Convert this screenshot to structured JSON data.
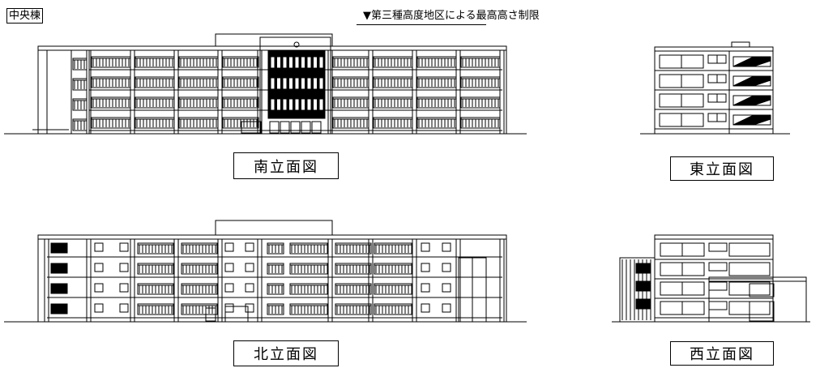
{
  "header": {
    "building_name": "中央棟",
    "height_note": "▼第三種高度地区による最高高さ制限"
  },
  "elevations": {
    "south": "南立面図",
    "east": "東立面図",
    "north": "北立面図",
    "west": "西立面図"
  },
  "colors": {
    "line": "#000000",
    "fill": "#000000",
    "background": "#ffffff"
  }
}
